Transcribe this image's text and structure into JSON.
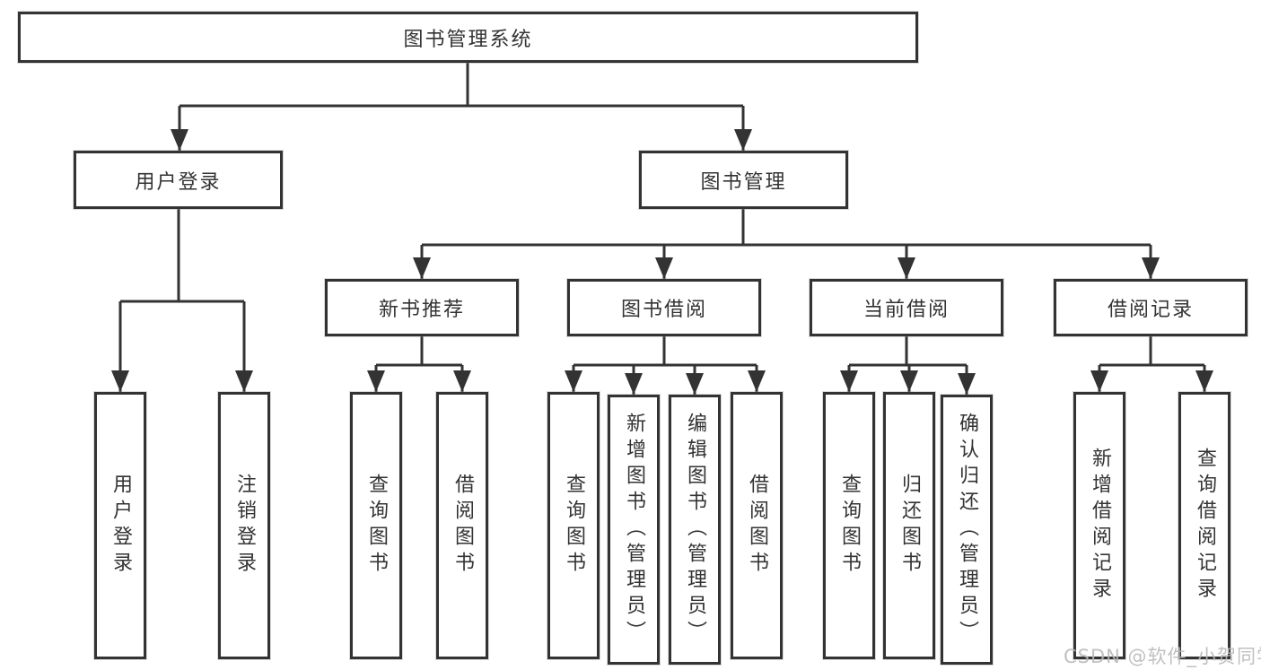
{
  "title": "图书管理系统",
  "watermark": "CSDN @软件_小贺同学",
  "nodes": {
    "user_login": "用户登录",
    "book_mgmt": "图书管理",
    "new_book_rec": "新书推荐",
    "book_borrow": "图书借阅",
    "current_borrow": "当前借阅",
    "borrow_records": "借阅记录",
    "ul_login": "用户登录",
    "ul_logout": "注销登录",
    "nb_query": "查询图书",
    "nb_borrow": "借阅图书",
    "bb_query": "查询图书",
    "bb_add": "新增图书（管理员）",
    "bb_edit": "编辑图书（管理员）",
    "bb_borrow": "借阅图书",
    "cb_query": "查询图书",
    "cb_return": "归还图书",
    "cb_confirm": "确认归还（管理员）",
    "br_add": "新增借阅记录",
    "br_query": "查询借阅记录"
  }
}
